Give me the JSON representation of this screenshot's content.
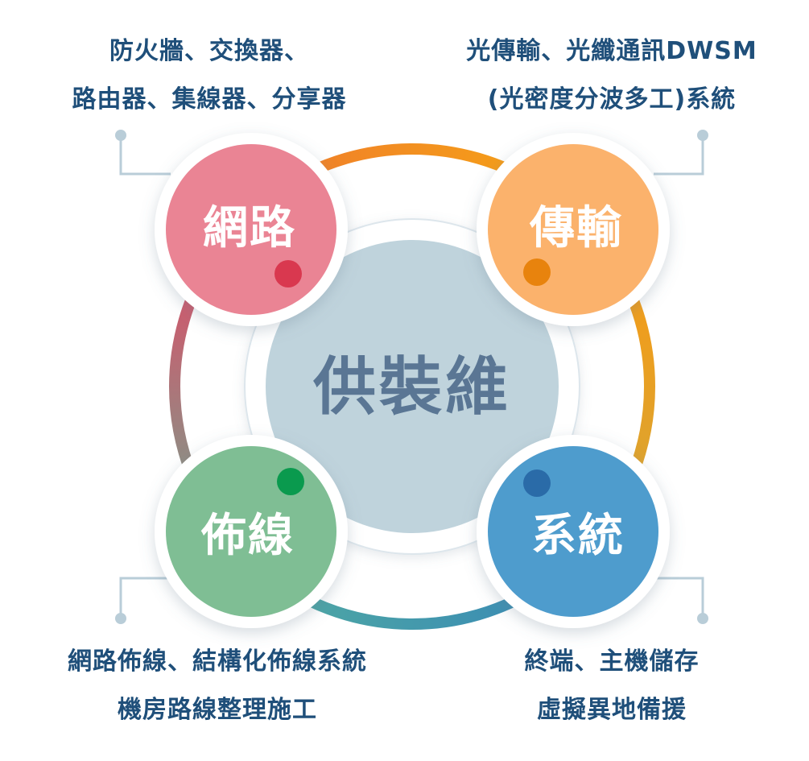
{
  "center": {
    "label": "供裝維",
    "color": "#5a7694",
    "fill": "#bfd3dc"
  },
  "nodes": [
    {
      "id": "network",
      "label": "網路",
      "color": "#ea8494",
      "dot": "#d9384f",
      "desc": [
        "防火牆、交換器、",
        "路由器、集線器、分享器"
      ]
    },
    {
      "id": "transmission",
      "label": "傳輸",
      "color": "#fbb26c",
      "dot": "#e8830d",
      "desc": [
        "光傳輸、光纖通訊DWSM",
        "(光密度分波多工)系統"
      ]
    },
    {
      "id": "cabling",
      "label": "佈線",
      "color": "#7fbe94",
      "dot": "#0a9a4e",
      "desc": [
        "網路佈線、結構化佈線系統",
        "機房路線整理施工"
      ]
    },
    {
      "id": "system",
      "label": "系統",
      "color": "#4e9ccd",
      "dot": "#2a6ba8",
      "desc": [
        "終端、主機儲存",
        "虛擬異地備援"
      ]
    }
  ],
  "ring_colors": {
    "top": [
      "#f07f2a",
      "#f59c17"
    ],
    "right": [
      "#f59c17",
      "#e0a32a"
    ],
    "bottom": [
      "#4aa0a8",
      "#3b8fb0"
    ],
    "left": [
      "#d9576c",
      "#8a9a8c"
    ]
  },
  "text_color": "#1f4f7a",
  "connector_color": "#b9cdd8"
}
